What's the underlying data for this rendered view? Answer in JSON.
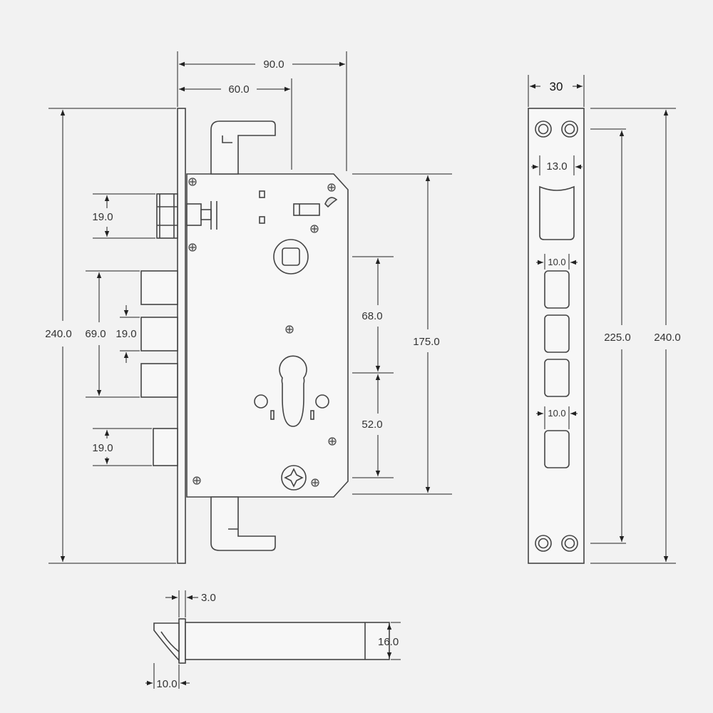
{
  "background_color": "#f2f2f2",
  "line_color": "#444444",
  "dimensions": {
    "width_total": "90.0",
    "width_backset": "60.0",
    "height_total": "240.0",
    "latch_height": "19.0",
    "bolt_span": "69.0",
    "bolt_height": "19.0",
    "deadbolt_height": "19.0",
    "spindle_to_cylinder": "68.0",
    "body_height": "175.0",
    "cylinder_to_bottom": "52.0",
    "faceplate_width": "30",
    "faceplate_hole_spacing": "225.0",
    "faceplate_height": "240.0",
    "faceplate_latch_slot": "13.0",
    "faceplate_bolt_slot_upper": "10.0",
    "faceplate_bolt_slot_lower": "10.0",
    "plate_thickness": "3.0",
    "bolt_thickness": "16.0",
    "bolt_tip": "10.0"
  }
}
